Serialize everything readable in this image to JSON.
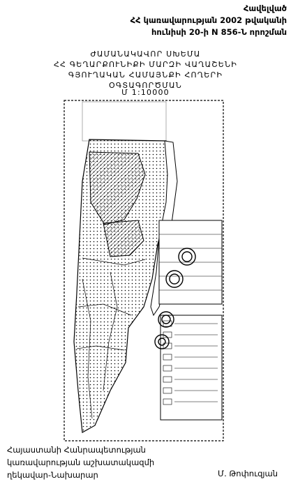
{
  "annex": {
    "line1": "Հավելված",
    "line2": "ՀՀ կառավարության 2002 թվականի",
    "line3": "հունիսի 20-ի N 856-Ն որոշման"
  },
  "title": {
    "line1": "ԺԱՄԱՆԱԿԱՎՈՐ ՍԽԵՄԱ",
    "line2": "ՀՀ ԳԵՂԱՐՔՈՒՆԻՔԻ ՄԱՐԶԻ ՎԱՂԱՇԵՆԻ",
    "line3": "ԳՅՈՒՂԱԿԱՆ ՀԱՄԱՅՆՔԻ ՀՈՂԵՐԻ",
    "line4": "ՕԳՏԱԳՈՐԾՄԱՆ",
    "scale": "Մ 1:10000"
  },
  "footer": {
    "left1": "Հայաստանի Հանրապետության",
    "left2": "կառավարության աշխատակազմի",
    "left3": "ղեկավար-Նախարար",
    "right": "Մ. Թոփուզյան"
  }
}
